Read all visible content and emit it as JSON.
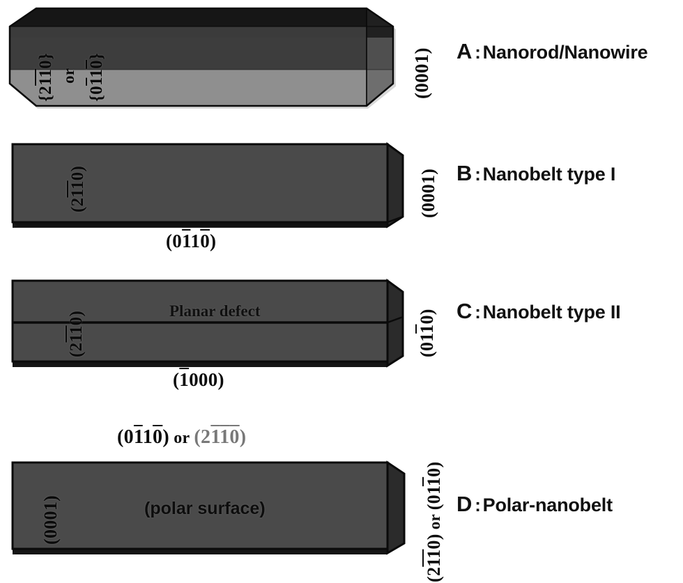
{
  "figure": {
    "panels": [
      {
        "id": "A",
        "letter": "A",
        "separator": ":",
        "caption": "Nanorod/Nanowire",
        "shape": "hexagonal-prism",
        "labels": {
          "side_face_1": "{2110}",
          "side_face_conjunction": "or",
          "side_face_2": "{0110}",
          "end_face": "(0001)"
        }
      },
      {
        "id": "B",
        "letter": "B",
        "separator": ":",
        "caption": "Nanobelt type I",
        "shape": "rectangular-box",
        "labels": {
          "top_face": "(2110)",
          "end_face": "(0001)",
          "bottom_face": "(0110)"
        }
      },
      {
        "id": "C",
        "letter": "C",
        "separator": ":",
        "caption": "Nanobelt type II",
        "shape": "rectangular-box-with-defect",
        "labels": {
          "top_face": "(2110)",
          "defect": "Planar defect",
          "end_face": "(0110)",
          "bottom_face": "(1000)"
        }
      },
      {
        "id": "D",
        "letter": "D",
        "separator": ":",
        "caption": "Polar-nanobelt",
        "shape": "rectangular-box",
        "labels": {
          "top_face_1": "(0110)",
          "top_face_conjunction": "or",
          "top_face_2": "(2110)",
          "left_face": "(0001)",
          "surface_note": "(polar  surface)",
          "end_face_1": "(2110)",
          "end_face_conjunction": "or",
          "end_face_2": "(0110)"
        }
      }
    ]
  },
  "colors": {
    "background": "#ffffff",
    "text": "#111111",
    "prism_top": "#161616",
    "prism_mid": "#3d3d3d",
    "prism_bottom": "#8f8f8f",
    "box_face": "#4a4a4a",
    "box_side": "#2b2b2b",
    "box_edge": "#0a0a0a"
  }
}
